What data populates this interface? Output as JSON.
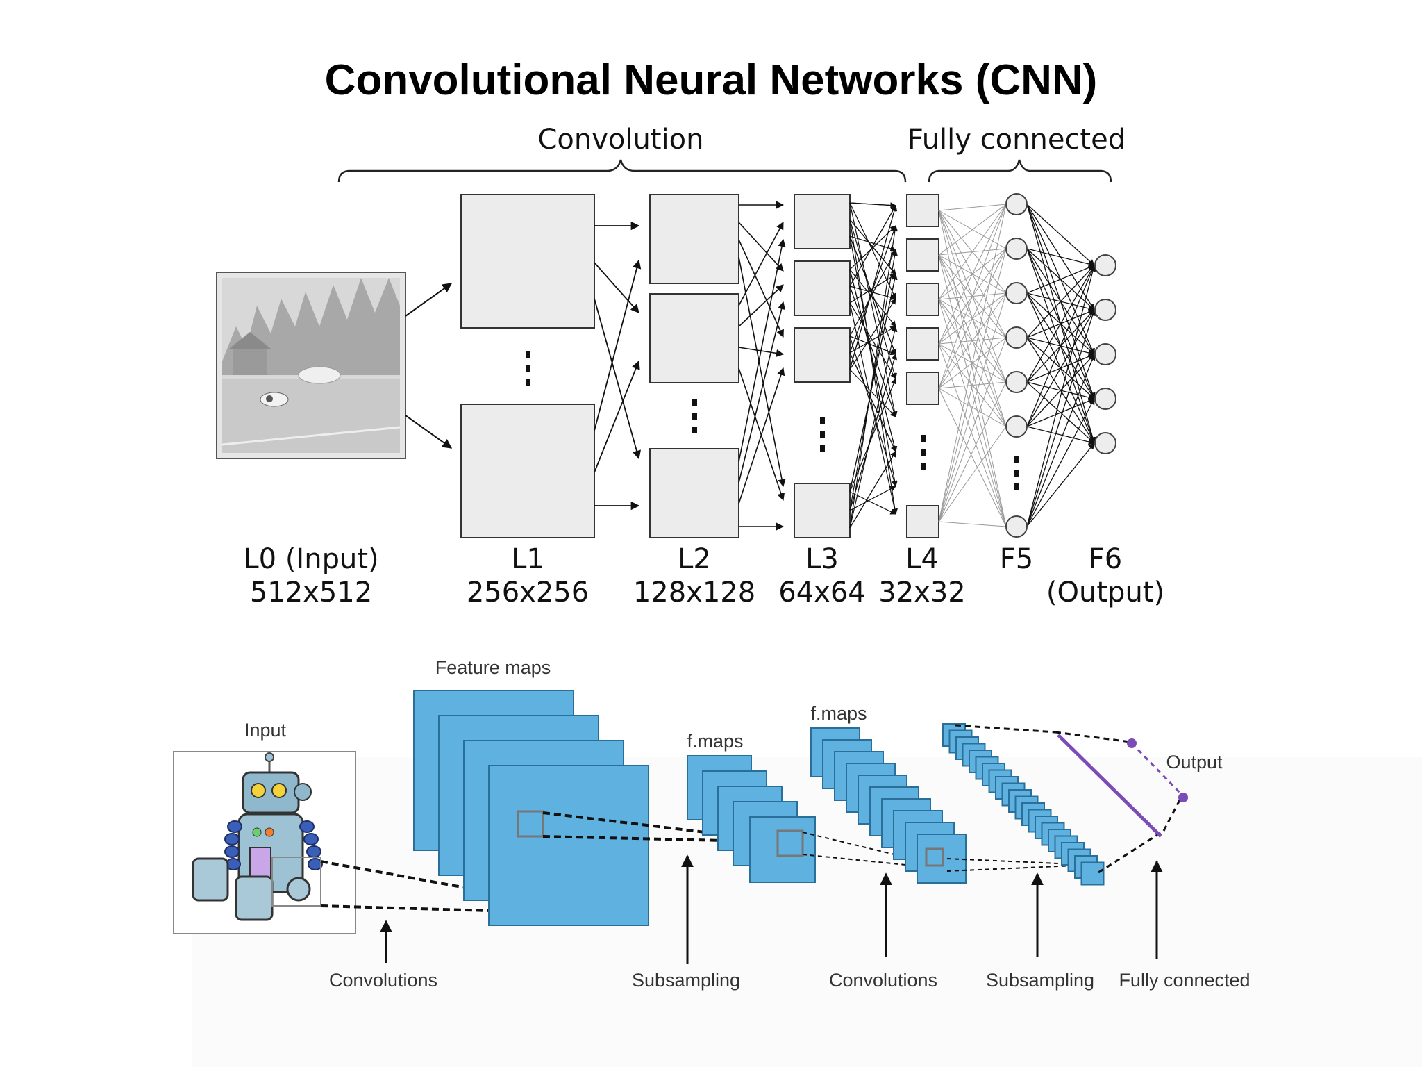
{
  "title": "Convolutional Neural Networks (CNN)",
  "top_diagram": {
    "braces": {
      "convolution": "Convolution",
      "fully_connected": "Fully connected"
    },
    "layers": [
      {
        "name": "L0 (Input)",
        "size": "512x512"
      },
      {
        "name": "L1",
        "size": "256x256"
      },
      {
        "name": "L2",
        "size": "128x128"
      },
      {
        "name": "L3",
        "size": "64x64"
      },
      {
        "name": "L4",
        "size": "32x32"
      },
      {
        "name": "F5",
        "size": ""
      },
      {
        "name": "F6",
        "size": "(Output)"
      }
    ]
  },
  "bottom_diagram": {
    "labels": {
      "input": "Input",
      "feature_maps": "Feature maps",
      "fmaps_1": "f.maps",
      "fmaps_2": "f.maps",
      "output": "Output"
    },
    "stages": [
      "Convolutions",
      "Subsampling",
      "Convolutions",
      "Subsampling",
      "Fully connected"
    ]
  },
  "colors": {
    "feature_map_fill": "#5fb1e0",
    "output_line": "#7b4bb8"
  }
}
